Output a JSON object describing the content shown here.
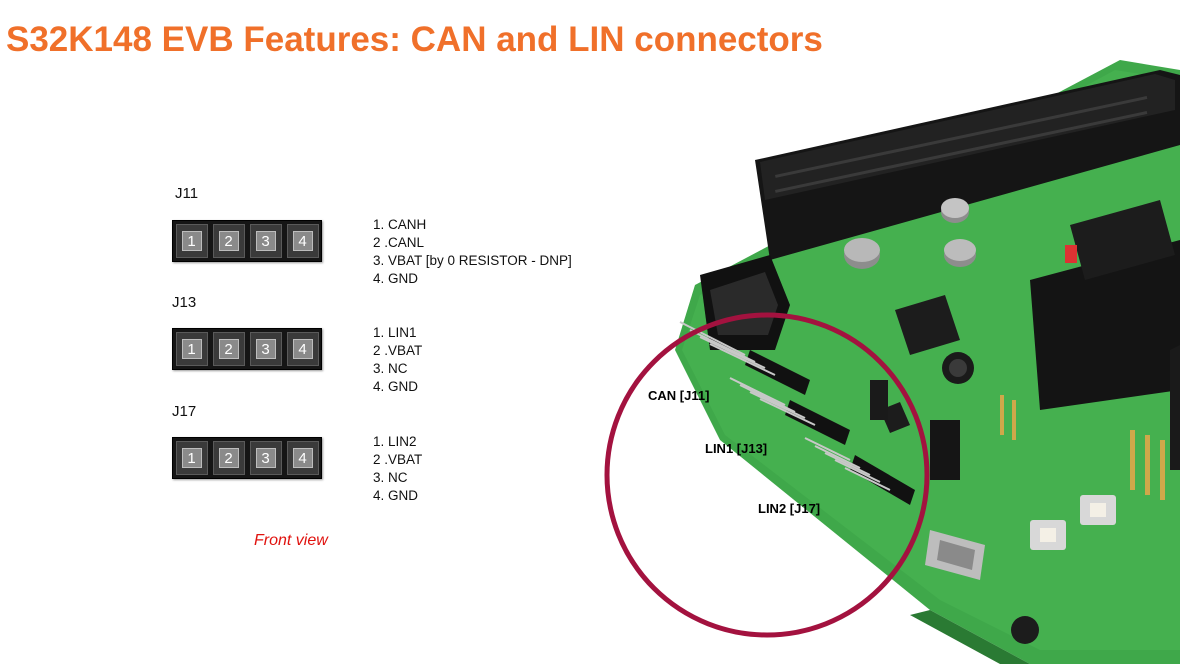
{
  "title": "S32K148 EVB Features: CAN and LIN connectors",
  "connectors": [
    {
      "name": "J11",
      "pins": [
        "1",
        "2",
        "3",
        "4"
      ],
      "descriptions": [
        "1. CANH",
        "2 .CANL",
        "3. VBAT [by 0 RESISTOR - DNP]",
        "4. GND"
      ]
    },
    {
      "name": "J13",
      "pins": [
        "1",
        "2",
        "3",
        "4"
      ],
      "descriptions": [
        "1. LIN1",
        "2 .VBAT",
        "3. NC",
        "4. GND"
      ]
    },
    {
      "name": "J17",
      "pins": [
        "1",
        "2",
        "3",
        "4"
      ],
      "descriptions": [
        "1. LIN2",
        "2 .VBAT",
        "3. NC",
        "4. GND"
      ]
    }
  ],
  "view_label": "Front view",
  "callouts": {
    "can": "CAN  [J11]",
    "lin1": "LIN1 [J13]",
    "lin2": "LIN2 [J17]"
  },
  "colors": {
    "title": "#f0702a",
    "front_view": "#e0120e",
    "highlight_circle": "#a3123f",
    "pcb": "#3fa84a"
  }
}
